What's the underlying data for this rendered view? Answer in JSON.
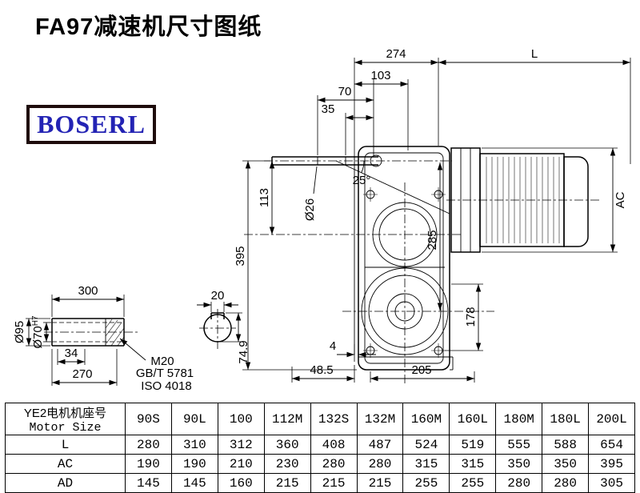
{
  "page": {
    "title": "FA97减速机尺寸图纸",
    "logo_text": "BOSERL"
  },
  "drawing": {
    "dims": {
      "top_width": "274",
      "motor_length": "L",
      "d103": "103",
      "d70": "70",
      "d35": "35",
      "angle": "25°",
      "shaft_dia": "Ø26",
      "d113": "113",
      "d395": "395",
      "d285": "285",
      "motor_height": "AC",
      "d178": "178",
      "d4": "4",
      "d48_5": "48.5",
      "d205": "205"
    },
    "shaft_detail": {
      "length": "300",
      "d270": "270",
      "d34": "34",
      "dia_outer": "Ø95",
      "bore": "Ø70",
      "bore_tol": "H7",
      "thread": "M20",
      "thread_std1": "GB/T 5781",
      "thread_std2": "ISO 4018",
      "key_width": "20",
      "key_depth": "74.9"
    }
  },
  "table": {
    "row_header": {
      "line1": "YE2电机机座号",
      "line2": "Motor Size"
    },
    "sizes": [
      "90S",
      "90L",
      "100",
      "112M",
      "132S",
      "132M",
      "160M",
      "160L",
      "180M",
      "180L",
      "200L"
    ],
    "rows": [
      {
        "label": "L",
        "values": [
          "280",
          "310",
          "312",
          "360",
          "408",
          "487",
          "524",
          "519",
          "555",
          "588",
          "654"
        ]
      },
      {
        "label": "AC",
        "values": [
          "190",
          "190",
          "210",
          "230",
          "280",
          "280",
          "315",
          "315",
          "350",
          "350",
          "395"
        ]
      },
      {
        "label": "AD",
        "values": [
          "145",
          "145",
          "160",
          "215",
          "215",
          "215",
          "255",
          "255",
          "280",
          "280",
          "305"
        ]
      }
    ]
  }
}
